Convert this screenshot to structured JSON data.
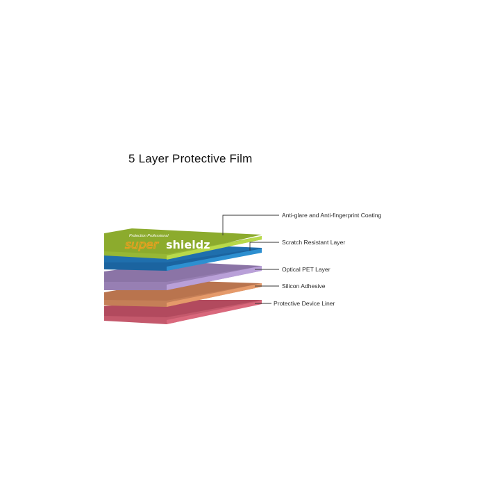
{
  "title": "5 Layer Protective Film",
  "brand": {
    "tagline": "Protection Professional",
    "name_part1": "super",
    "name_part2": "shieldz"
  },
  "layers": [
    {
      "label": "Anti-glare and Anti-fingerprint Coating",
      "color": "#8cab2d",
      "edge_color": "#b8d94a"
    },
    {
      "label": "Scratch Resistant Layer",
      "color": "#1f6fad",
      "edge_color": "#2d8fd0"
    },
    {
      "label": "Optical PET Layer",
      "color": "#8b74a6",
      "edge_color": "#b9a0d8"
    },
    {
      "label": "Silicon Adhesive",
      "color": "#b9744e",
      "edge_color": "#e59a6a"
    },
    {
      "label": "Protective Device Liner",
      "color": "#b24a5e",
      "edge_color": "#d9687c"
    }
  ]
}
